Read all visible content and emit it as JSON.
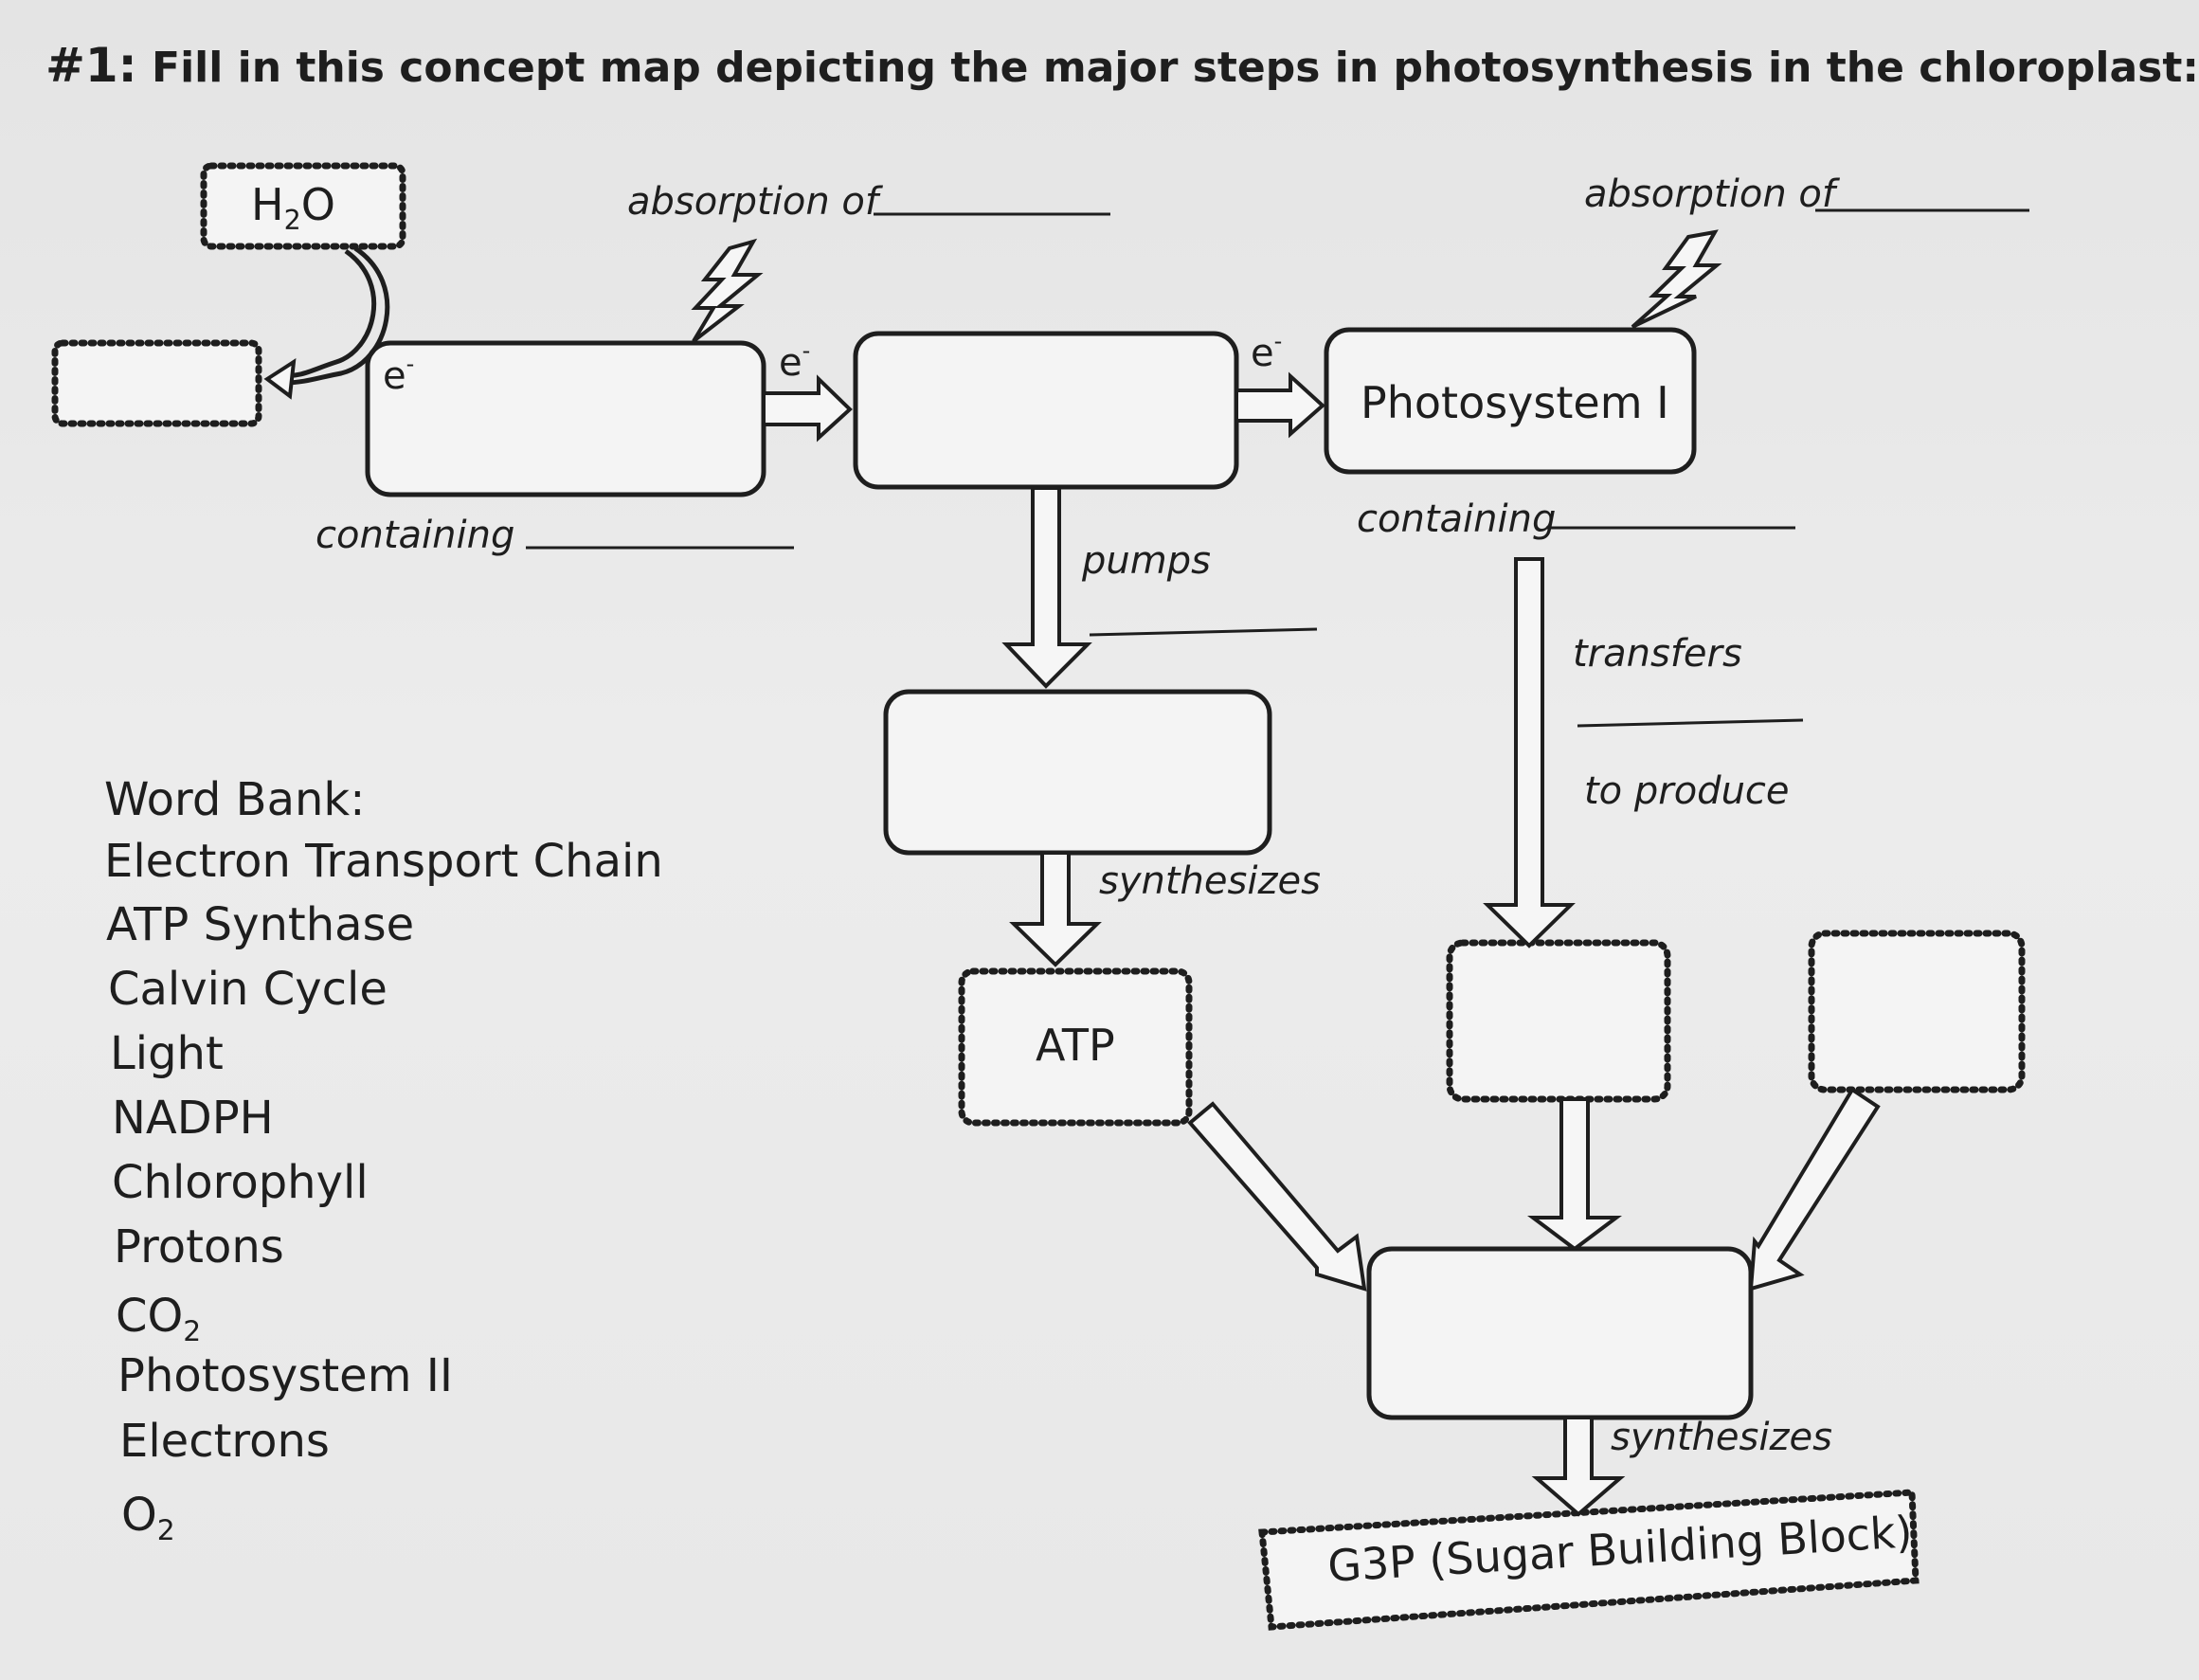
{
  "title": {
    "number": "#1:",
    "text": "Fill in this concept map depicting the major steps in photosynthesis in the chloroplast:"
  },
  "diagram": {
    "h2o": {
      "main": "H",
      "sub": "2",
      "tail": "O"
    },
    "electron_symbol": "e",
    "electron_charge": "-",
    "absorption_left": "absorption of",
    "absorption_right": "absorption of",
    "containing_left": "containing",
    "containing_right": "containing",
    "pumps": "pumps",
    "transfers": "transfers",
    "to_produce": "to produce",
    "synthesizes_1": "synthesizes",
    "synthesizes_2": "synthesizes",
    "photosystem_1": "Photosystem I",
    "atp": "ATP",
    "g3p": "G3P (Sugar Building Block)"
  },
  "word_bank": {
    "title": "Word Bank:",
    "items": [
      {
        "main": "Electron Transport Chain"
      },
      {
        "main": "ATP Synthase"
      },
      {
        "main": "Calvin Cycle"
      },
      {
        "main": "Light"
      },
      {
        "main": "NADPH"
      },
      {
        "main": "Chlorophyll"
      },
      {
        "main": "Protons"
      },
      {
        "main": "CO",
        "sub": "2"
      },
      {
        "main": "Photosystem II"
      },
      {
        "main": "Electrons"
      },
      {
        "main": "O",
        "sub": "2"
      }
    ]
  },
  "colors": {
    "ink": "#1e1e1e",
    "paper": "#e9e9e9",
    "box_fill": "#f4f4f4"
  }
}
